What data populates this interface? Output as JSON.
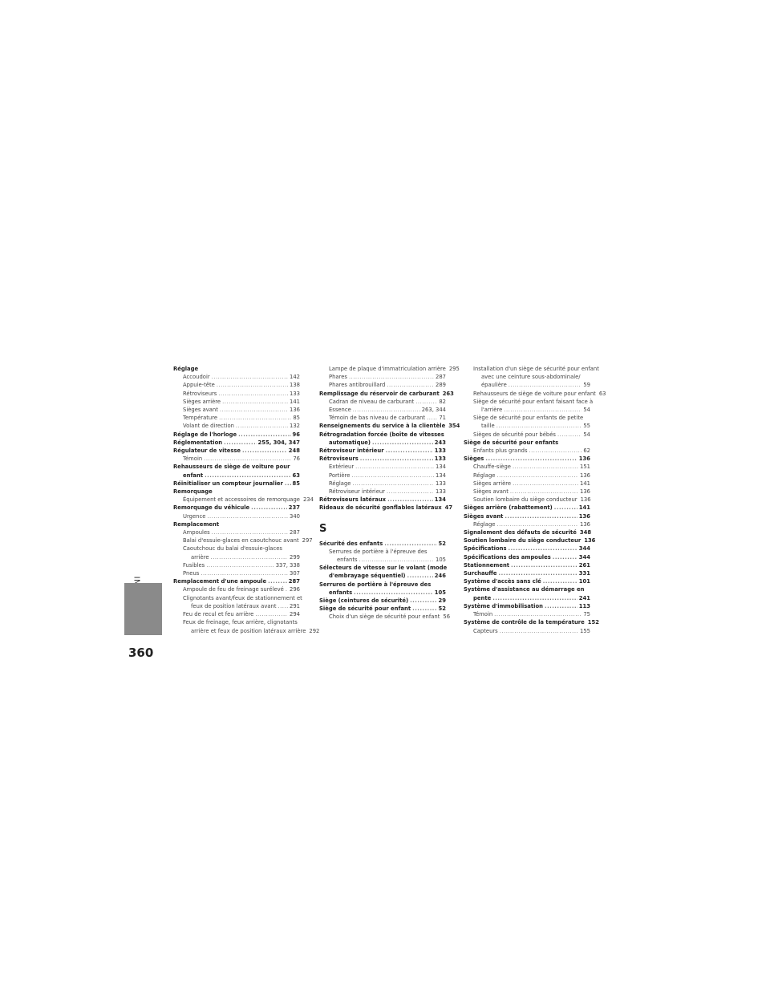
{
  "page": {
    "number": "360",
    "section_label": "INDEX"
  },
  "col1": [
    {
      "k": "m",
      "t": "Réglage",
      "p": ""
    },
    {
      "k": "s",
      "t": "Accoudoir",
      "p": "142"
    },
    {
      "k": "s",
      "t": "Appuie-tête",
      "p": "138"
    },
    {
      "k": "s",
      "t": "Rétroviseurs",
      "p": "133"
    },
    {
      "k": "s",
      "t": "Sièges arrière",
      "p": "141"
    },
    {
      "k": "s",
      "t": "Sièges avant",
      "p": "136"
    },
    {
      "k": "s",
      "t": "Température",
      "p": "85"
    },
    {
      "k": "s",
      "t": "Volant de direction",
      "p": "132"
    },
    {
      "k": "m",
      "t": "Réglage de l'horloge",
      "p": "96"
    },
    {
      "k": "m",
      "t": "Réglementation",
      "p": "255, 304, 347"
    },
    {
      "k": "m",
      "t": "Régulateur de vitesse",
      "p": "248"
    },
    {
      "k": "s",
      "t": "Témoin",
      "p": "76"
    },
    {
      "k": "mh",
      "t": "Rehausseurs de siège de voiture pour",
      "p": ""
    },
    {
      "k": "mc",
      "t": "enfant",
      "p": "63"
    },
    {
      "k": "m",
      "t": "Réinitialiser un compteur journalier",
      "p": "85"
    },
    {
      "k": "m",
      "t": "Remorquage",
      "p": ""
    },
    {
      "k": "s",
      "t": "Équipement et accessoires de remorquage",
      "p": "234"
    },
    {
      "k": "m",
      "t": "Remorquage du véhicule",
      "p": "237"
    },
    {
      "k": "s",
      "t": "Urgence",
      "p": "340"
    },
    {
      "k": "m",
      "t": "Remplacement",
      "p": ""
    },
    {
      "k": "s",
      "t": "Ampoules",
      "p": "287"
    },
    {
      "k": "s",
      "t": "Balai d'essuie-glaces en caoutchouc avant",
      "p": "297"
    },
    {
      "k": "sh",
      "t": "Caoutchouc du balai d'essuie-glaces",
      "p": ""
    },
    {
      "k": "sc",
      "t": "arrière",
      "p": "299"
    },
    {
      "k": "s",
      "t": "Fusibles",
      "p": "337, 338"
    },
    {
      "k": "s",
      "t": "Pneus",
      "p": "307"
    },
    {
      "k": "m",
      "t": "Remplacement d'une ampoule",
      "p": "287"
    },
    {
      "k": "s",
      "t": "Ampoule de feu de freinage surélevé",
      "p": "296"
    },
    {
      "k": "sh",
      "t": "Clignotants avant/feux de stationnement et",
      "p": ""
    },
    {
      "k": "sc",
      "t": "feux de position latéraux avant",
      "p": "291"
    },
    {
      "k": "s",
      "t": "Feu de recul et feu arrière",
      "p": "294"
    },
    {
      "k": "sh",
      "t": "Feux de freinage, feux arrière, clignotants",
      "p": ""
    },
    {
      "k": "sc",
      "t": "arrière et feux de position latéraux arrière",
      "p": "292"
    }
  ],
  "col2a": [
    {
      "k": "s",
      "t": "Lampe de plaque d'immatriculation arrière",
      "p": "295"
    },
    {
      "k": "s",
      "t": "Phares",
      "p": "287"
    },
    {
      "k": "s",
      "t": "Phares antibrouillard",
      "p": "289"
    },
    {
      "k": "m",
      "t": "Remplissage du réservoir de carburant",
      "p": "263"
    },
    {
      "k": "s",
      "t": "Cadran de niveau de carburant",
      "p": "82"
    },
    {
      "k": "s",
      "t": "Essence",
      "p": "263, 344"
    },
    {
      "k": "s",
      "t": "Témoin de bas niveau de carburant",
      "p": "71"
    },
    {
      "k": "m",
      "t": "Renseignements du service à la clientèle",
      "p": "354"
    },
    {
      "k": "mh",
      "t": "Rétrogradation forcée (boîte de vitesses",
      "p": ""
    },
    {
      "k": "mc",
      "t": "automatique)",
      "p": "243"
    },
    {
      "k": "m",
      "t": "Rétroviseur intérieur",
      "p": "133"
    },
    {
      "k": "m",
      "t": "Rétroviseurs",
      "p": "133"
    },
    {
      "k": "s",
      "t": "Extérieur",
      "p": "134"
    },
    {
      "k": "s",
      "t": "Portière",
      "p": "134"
    },
    {
      "k": "s",
      "t": "Réglage",
      "p": "133"
    },
    {
      "k": "s",
      "t": "Rétroviseur intérieur",
      "p": "133"
    },
    {
      "k": "m",
      "t": "Rétroviseurs latéraux",
      "p": "134"
    },
    {
      "k": "m",
      "t": "Rideaux de sécurité gonflables latéraux",
      "p": "47"
    }
  ],
  "col2_heading": "S",
  "col2b": [
    {
      "k": "m",
      "t": "Sécurité des enfants",
      "p": "52"
    },
    {
      "k": "sh",
      "t": "Serrures de portière à l'épreuve des",
      "p": ""
    },
    {
      "k": "sc",
      "t": "enfants",
      "p": "105"
    },
    {
      "k": "mh",
      "t": "Sélecteurs de vitesse sur le volant (mode",
      "p": ""
    },
    {
      "k": "mc",
      "t": "d'embrayage séquentiel)",
      "p": "246"
    },
    {
      "k": "mh",
      "t": "Serrures de portière à l'épreuve des",
      "p": ""
    },
    {
      "k": "mc",
      "t": "enfants",
      "p": "105"
    },
    {
      "k": "m",
      "t": "Siège (ceintures de sécurité)",
      "p": "29"
    },
    {
      "k": "m",
      "t": "Siège de sécurité pour enfant",
      "p": "52"
    },
    {
      "k": "s",
      "t": "Choix d'un siège de sécurité pour enfant",
      "p": "56"
    }
  ],
  "col3": [
    {
      "k": "sh",
      "t": "Installation d'un siège de sécurité pour enfant",
      "p": ""
    },
    {
      "k": "sh2",
      "t": "avec une ceinture sous-abdominale/",
      "p": ""
    },
    {
      "k": "sc",
      "t": "épaulière",
      "p": "59"
    },
    {
      "k": "s",
      "t": "Rehausseurs de siège de voiture pour enfant",
      "p": "63"
    },
    {
      "k": "sh",
      "t": "Siège de sécurité pour enfant faisant face à",
      "p": ""
    },
    {
      "k": "sc",
      "t": "l'arrière",
      "p": "54"
    },
    {
      "k": "sh",
      "t": "Siège de sécurité pour enfants de petite",
      "p": ""
    },
    {
      "k": "sc",
      "t": "taille",
      "p": "55"
    },
    {
      "k": "s",
      "t": "Sièges de sécurité pour bébés",
      "p": "54"
    },
    {
      "k": "m",
      "t": "Siège de sécurité pour enfants",
      "p": ""
    },
    {
      "k": "s",
      "t": "Enfants plus grands",
      "p": "62"
    },
    {
      "k": "m",
      "t": "Sièges",
      "p": "136"
    },
    {
      "k": "s",
      "t": "Chauffe-siège",
      "p": "151"
    },
    {
      "k": "s",
      "t": "Réglage",
      "p": "136"
    },
    {
      "k": "s",
      "t": "Sièges arrière",
      "p": "141"
    },
    {
      "k": "s",
      "t": "Sièges avant",
      "p": "136"
    },
    {
      "k": "s",
      "t": "Soutien lombaire du siège conducteur",
      "p": "136"
    },
    {
      "k": "m",
      "t": "Sièges arrière (rabattement)",
      "p": "141"
    },
    {
      "k": "m",
      "t": "Sièges avant",
      "p": "136"
    },
    {
      "k": "s",
      "t": "Réglage",
      "p": "136"
    },
    {
      "k": "m",
      "t": "Signalement des défauts de sécurité",
      "p": "348"
    },
    {
      "k": "m",
      "t": "Soutien lombaire du siège conducteur",
      "p": "136"
    },
    {
      "k": "m",
      "t": "Spécifications",
      "p": "344"
    },
    {
      "k": "m",
      "t": "Spécifications des ampoules",
      "p": "344"
    },
    {
      "k": "m",
      "t": "Stationnement",
      "p": "261"
    },
    {
      "k": "m",
      "t": "Surchauffe",
      "p": "331"
    },
    {
      "k": "m",
      "t": "Système d'accès sans clé",
      "p": "101"
    },
    {
      "k": "mh",
      "t": "Système d'assistance au démarrage en",
      "p": ""
    },
    {
      "k": "mc",
      "t": "pente",
      "p": "241"
    },
    {
      "k": "m",
      "t": "Système d'immobilisation",
      "p": "113"
    },
    {
      "k": "s",
      "t": "Témoin",
      "p": "75"
    },
    {
      "k": "m",
      "t": "Système de contrôle de la température",
      "p": "152"
    },
    {
      "k": "s",
      "t": "Capteurs",
      "p": "155"
    }
  ]
}
